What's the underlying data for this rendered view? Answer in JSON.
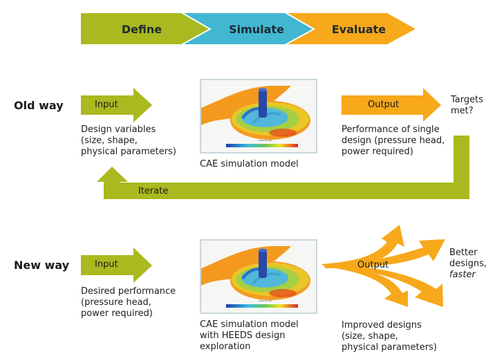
{
  "colors": {
    "define": "#a9b91f",
    "simulate": "#42b7d2",
    "evaluate": "#f7a81b",
    "green_arrow": "#a9b91f",
    "orange_arrow": "#f7a81b",
    "frame_border": "#c9d6dc"
  },
  "phases": [
    {
      "label": "Define"
    },
    {
      "label": "Simulate"
    },
    {
      "label": "Evaluate"
    }
  ],
  "old_way": {
    "row_label": "Old way",
    "input_arrow_label": "Input",
    "input_caption": [
      "Design variables",
      "(size, shape,",
      "physical parameters)"
    ],
    "sim_caption": [
      "CAE simulation model"
    ],
    "output_arrow_label": "Output",
    "output_caption": [
      "Performance of single",
      "design (pressure head,",
      "power required)"
    ],
    "targets": [
      "Targets",
      "met?"
    ],
    "iterate_label": "Iterate"
  },
  "new_way": {
    "row_label": "New way",
    "input_arrow_label": "Input",
    "input_caption": [
      "Desired performance",
      "(pressure head,",
      "power required)"
    ],
    "sim_caption": [
      "CAE simulation model",
      "with HEEDS design",
      "exploration"
    ],
    "output_arrow_label": "Output",
    "output_caption": [
      "Improved designs",
      "(size, shape,",
      "physical parameters)"
    ],
    "result": [
      "Better",
      "designs,"
    ],
    "result_italic": "faster"
  },
  "sim_image": {
    "icon": "pump-pressure-contour-image",
    "legend_title": "Pressure (Pa)"
  }
}
